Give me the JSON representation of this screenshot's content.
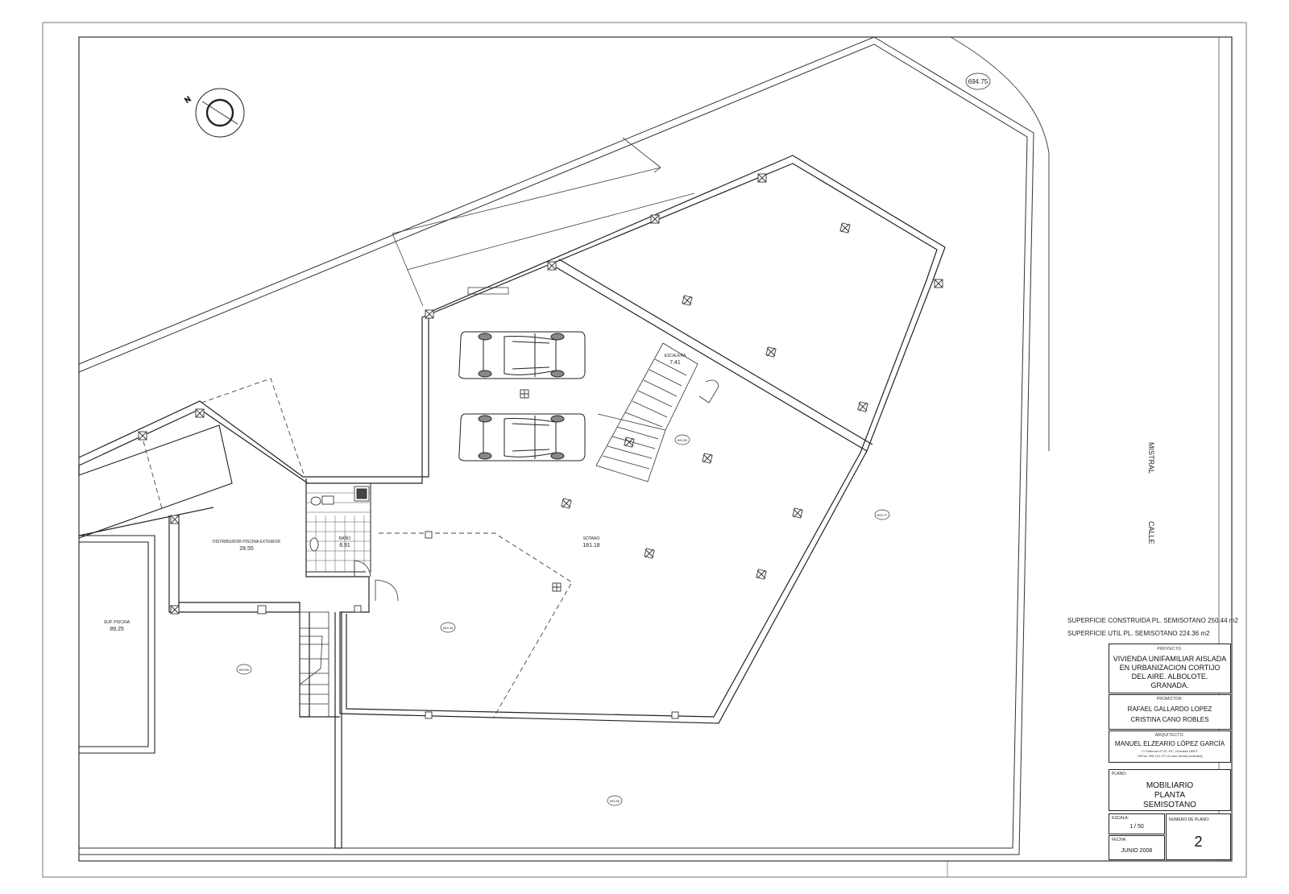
{
  "spot_elevation": "694.75",
  "street": {
    "label_a": "CALLE",
    "label_b": "MISTRAL"
  },
  "rooms": [
    {
      "id": "escalera",
      "name": "ESCALERA",
      "area": "7.41"
    },
    {
      "id": "distribuidor",
      "name": "DISTRIBUIDOR PISCINA EXTERIOR",
      "area": "28.55"
    },
    {
      "id": "bano",
      "name": "BAÑO",
      "area": "6.91"
    },
    {
      "id": "sotano",
      "name": "SÓTANO",
      "area": "181.18"
    },
    {
      "id": "piscina",
      "name": "SUP. PISCINA",
      "area": "89.25"
    }
  ],
  "levels": [
    "693.50",
    "693.71",
    "693.40",
    "693.60",
    "693.50"
  ],
  "surfaces": {
    "construida": "SUPERFICIE CONSTRUIDA PL. SEMISOTANO 250.44 m2",
    "util": "SUPERFICIE UTIL PL. SEMISOTANO 224.36 m2"
  },
  "title_block": {
    "proyecto_caption": "PROYECTO:",
    "proyecto": "VIVIENDA UNIFAMILIAR AISLADA EN URBANIZACION CORTIJO DEL AIRE. ALBOLOTE. GRANADA.",
    "promotor_caption": "PROMOTOR:",
    "promotor_1": "RAFAEL GALLARDO LOPEZ",
    "promotor_2": "CRISTINA CANO ROBLES",
    "arquitecto_caption": "ARQUITECTO:",
    "arquitecto": "MANUEL ELZEARIO LÓPEZ GARCÍA",
    "arquitecto_line1": "C/ Palencia nº 23, 3ºC, Granada 18007",
    "arquitecto_line2": "Tlf/Fax: 958 121 271   E-mail: [email protected]",
    "plano_caption": "PLANO:",
    "plano": "MOBILIARIO PLANTA SEMISOTANO",
    "escala_caption": "ESCALA:",
    "escala": "1 / 50",
    "numero_caption": "NUMERO DE PLANO:",
    "numero": "2",
    "fecha_caption": "FECHA:",
    "fecha": "JUNIO 2008"
  },
  "north_label": "N"
}
